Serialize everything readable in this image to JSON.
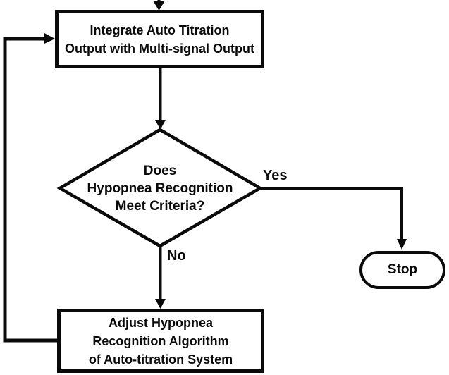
{
  "figure": {
    "type": "flowchart",
    "background_color": "#ffffff",
    "ink_color": "#0a0a0a"
  },
  "nodes": {
    "integrate": {
      "type": "process",
      "lines": [
        "Integrate Auto Titration",
        "Output with Multi-signal Output"
      ]
    },
    "decision": {
      "type": "decision",
      "lines": [
        "Does",
        "Hypopnea Recognition",
        "Meet Criteria?"
      ]
    },
    "stop": {
      "type": "terminator",
      "label": "Stop"
    },
    "adjust": {
      "type": "process",
      "lines": [
        "Adjust Hypopnea",
        "Recognition Algorithm",
        "of Auto-titration System"
      ]
    }
  },
  "edge_labels": {
    "yes": "Yes",
    "no": "No"
  }
}
